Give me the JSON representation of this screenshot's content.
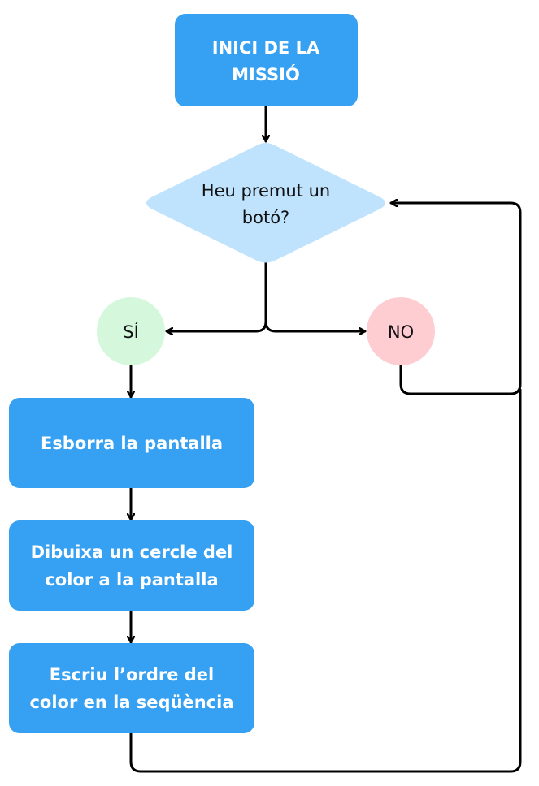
{
  "colors": {
    "process": "#36a0f2",
    "decision": "#bfe3fd",
    "yes": "#d5f8dc",
    "no": "#fecdd2",
    "line": "#000000"
  },
  "start": {
    "line1": "INICI DE LA",
    "line2": "MISSIÓ"
  },
  "decision": {
    "line1": "Heu premut un",
    "line2": "botó?"
  },
  "yes_label": "SÍ",
  "no_label": "NO",
  "steps": [
    {
      "line1": "Esborra la pantalla",
      "line2": ""
    },
    {
      "line1": "Dibuixa un cercle del",
      "line2": "color a la pantalla"
    },
    {
      "line1": "Escriu l’ordre del",
      "line2": "color en la seqüència"
    }
  ]
}
